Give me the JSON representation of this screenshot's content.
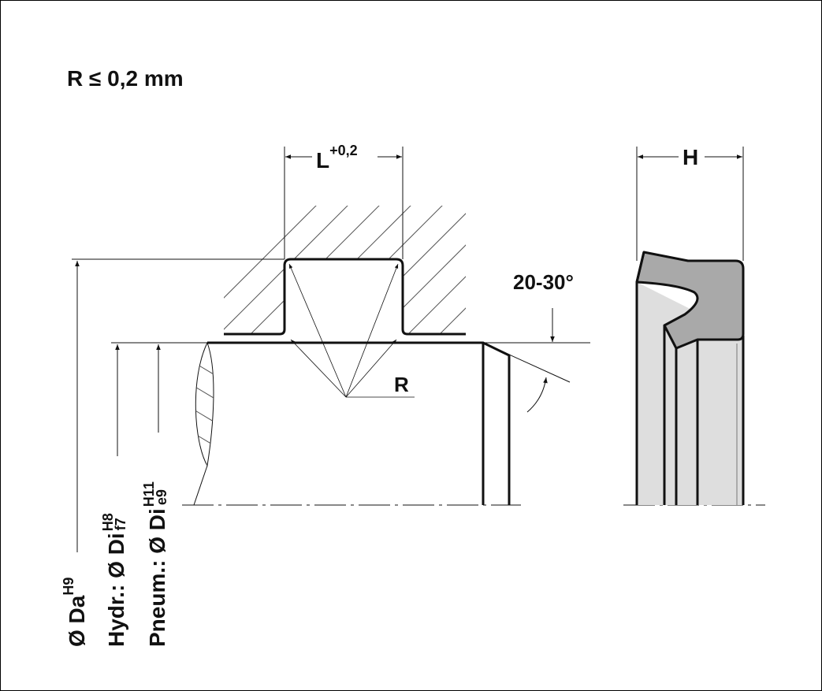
{
  "title": "R ≤ 0,2 mm",
  "dimensions": {
    "L": {
      "main": "L",
      "tol": "+0,2"
    },
    "H": "H",
    "R": "R",
    "angle": "20-30°",
    "Da": {
      "prefix": "Ø Da",
      "sup": "H9"
    },
    "Di_hydr": {
      "prefix": "Hydr.: Ø Di",
      "sup": "H8",
      "sub": "f7"
    },
    "Di_pneum": {
      "prefix": "Pneum.: Ø Di",
      "sup": "H11",
      "sub": "e9"
    }
  },
  "colors": {
    "seal_dark": "#a9a9a9",
    "seal_light": "#dedede",
    "line": "#111111"
  }
}
